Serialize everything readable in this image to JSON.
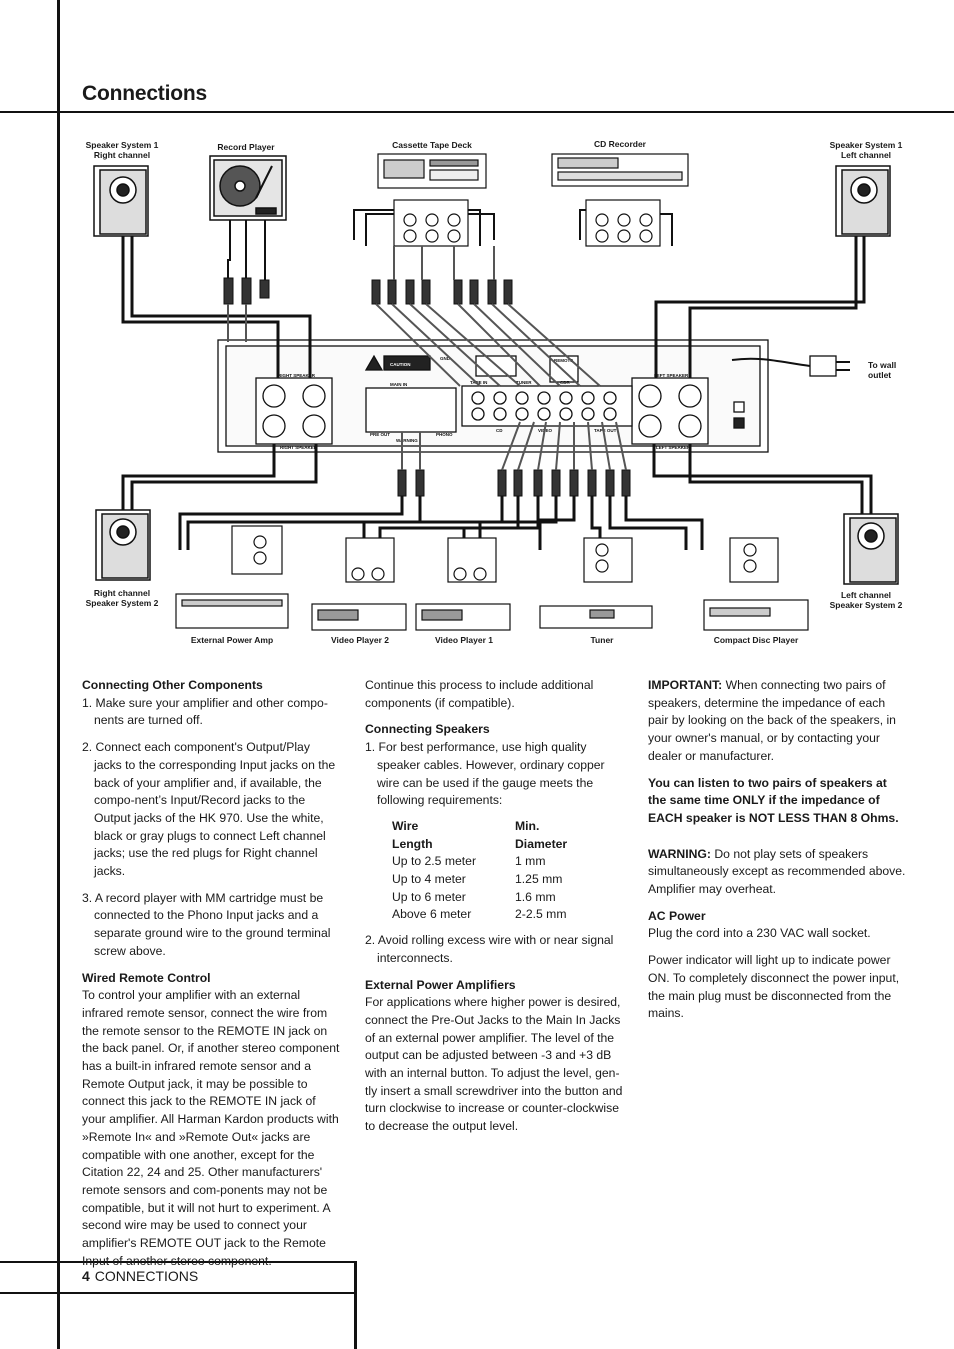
{
  "page_title": "Connections",
  "diagram": {
    "labels": {
      "spk1_right": [
        "Speaker System 1",
        "Right channel"
      ],
      "record_player": "Record Player",
      "cassette": "Cassette Tape Deck",
      "cd_recorder": "CD Recorder",
      "spk1_left": [
        "Speaker System 1",
        "Left channel"
      ],
      "wall": [
        "To wall",
        "outlet"
      ],
      "spk2_right": [
        "Right channel",
        "Speaker System 2"
      ],
      "spk2_left": [
        "Left channel",
        "Speaker System 2"
      ],
      "ext_amp": "External Power Amp",
      "video2": "Video Player 2",
      "video1": "Video Player 1",
      "tuner": "Tuner",
      "cd_player": "Compact Disc Player"
    },
    "panel": {
      "right_speaker_a": "RIGHT SPEAKER",
      "right_speaker_b": "RIGHT SPEAKER",
      "left_speaker_a": "LEFT SPEAKER",
      "left_speaker_b": "LEFT SPEAKER",
      "caution": "CAUTION",
      "pre_out": "PRE OUT",
      "main_in": "MAIN IN",
      "phono": "PHONO",
      "gnd": "GND",
      "remote": "REMOTE",
      "warning": "WARNING",
      "tape": "TAPE IN",
      "cd": "CD",
      "tuner": "TUNER",
      "video": "VIDEO",
      "cdr": "CDR",
      "tape_out": "TAPE OUT"
    }
  },
  "col1": {
    "heading1": "Connecting Other Components",
    "items": [
      "1. Make sure your amplifier and other compo-nents are turned off.",
      "2. Connect each component's Output/Play jacks to the corresponding Input jacks on the back of your amplifier and, if available, the compo-nent’s Input/Record jacks to the Output jacks of the HK 970. Use the white, black or gray plugs to connect Left channel jacks; use the red plugs for Right channel jacks.",
      "3. A record player with MM cartridge must be connected to the Phono Input jacks and a separate ground wire to the ground terminal screw above."
    ],
    "heading2": "Wired Remote Control",
    "para": "To control your amplifier with an external infrared remote sensor, connect the wire from the remote sensor to the REMOTE IN jack on the back panel. Or, if another stereo component has a built-in infrared remote sensor and a Remote Output jack, it may be possible to connect this jack to the REMOTE IN jack of your amplifier. All Harman Kardon products with »Remote In« and »Remote Out« jacks are compatible with one another, except for the Citation 22, 24 and 25. Other manufacturers' remote sensors and com-ponents may not be compatible, but it will not hurt to experiment. A second wire may be used to connect your amplifier's REMOTE OUT jack to the Remote Input of another stereo component."
  },
  "col2": {
    "intro": "Continue this process to include additional components (if compatible).",
    "heading1": "Connecting Speakers",
    "item1": "1. For best performance, use high quality speaker cables. However, ordinary copper wire can be used if the gauge meets the following requirements:",
    "table": {
      "head1": [
        "Wire",
        "Min."
      ],
      "head2": [
        "Length",
        "Diameter"
      ],
      "rows": [
        [
          "Up to 2.5 meter",
          "1 mm"
        ],
        [
          "Up to 4 meter",
          "1.25 mm"
        ],
        [
          "Up to 6 meter",
          "1.6 mm"
        ],
        [
          "Above 6 meter",
          "2-2.5 mm"
        ]
      ]
    },
    "item2": "2. Avoid rolling excess wire with or near signal interconnects.",
    "heading2": "External Power Amplifiers",
    "para": "For applications where higher power is desired, connect the Pre-Out Jacks to the Main In Jacks of an external power amplifier. The level of the output can be adjusted between -3 and +3 dB with an internal button. To adjust the level, gen-tly insert a small screwdriver into the button and turn clockwise to increase or counter-clockwise to decrease the output level."
  },
  "col3": {
    "important_label": "IMPORTANT:",
    "important_text": " When connecting two pairs of speakers, determine the impedance of each pair by looking on the back of the speakers, in your owner's manual, or by contacting your dealer or manufacturer.",
    "bold_para": "You can listen to two pairs of speakers at the same time ONLY if the impedance of EACH speaker is NOT LESS THAN 8 Ohms.",
    "warning_label": "WARNING:",
    "warning_text": " Do not play sets of speakers simultaneously except as recommended above. Amplifier may overheat.",
    "heading": "AC Power",
    "p1": "Plug the cord into a 230 VAC wall socket.",
    "p2": "Power indicator will light up to indicate power ON. To completely disconnect the power input, the main plug must be disconnected from the mains."
  },
  "footer": {
    "page_number": "4",
    "section": "CONNECTIONS"
  }
}
